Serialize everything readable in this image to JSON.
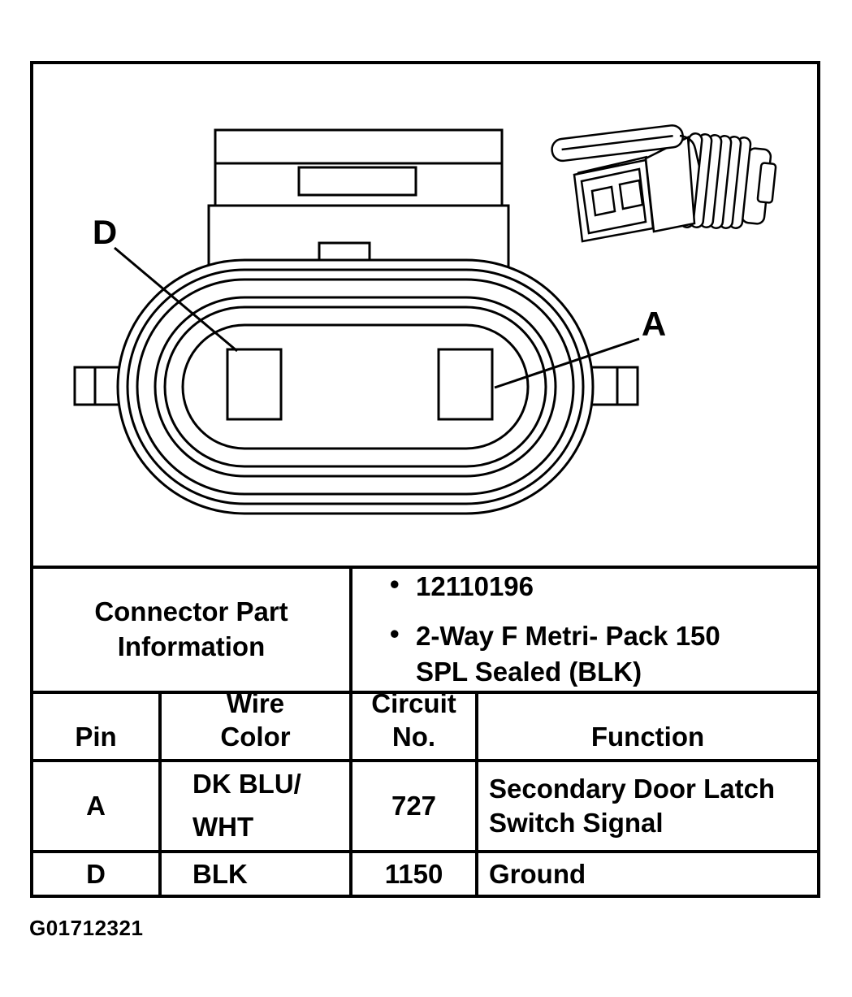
{
  "colors": {
    "ink": "#000000",
    "background": "#ffffff"
  },
  "diagram": {
    "pin_label_d": "D",
    "pin_label_a": "A"
  },
  "table": {
    "info_header": "Connector Part\nInformation",
    "part_bullets": [
      "12110196",
      "2-Way F Metri- Pack 150\nSPL Sealed (BLK)"
    ],
    "headers": {
      "pin": "Pin",
      "wire_color": "Wire\nColor",
      "circuit_no": "Circuit\nNo.",
      "function": "Function"
    },
    "rows": [
      {
        "pin": "A",
        "wire_color": "DK BLU/\nWHT",
        "circuit_no": "727",
        "function": "Secondary Door Latch Switch Signal"
      },
      {
        "pin": "D",
        "wire_color": "BLK",
        "circuit_no": "1150",
        "function": "Ground"
      }
    ]
  },
  "footer": {
    "figure_id": "G01712321"
  }
}
